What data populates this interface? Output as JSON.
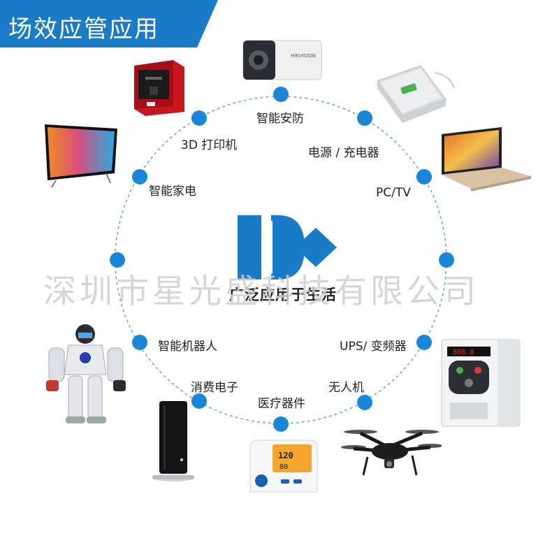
{
  "header": {
    "title": "场效应管应用"
  },
  "center": {
    "tagline": "广泛应用于生活"
  },
  "watermark": {
    "text": "深圳市星光盛科技有限公司"
  },
  "applications": [
    {
      "id": "security",
      "label": "智能安防",
      "icon": "security-camera-icon"
    },
    {
      "id": "power",
      "label": "电源 / 充电器",
      "icon": "wireless-charger-icon"
    },
    {
      "id": "pctv",
      "label": "PC/TV",
      "icon": "laptop-icon"
    },
    {
      "id": "ups",
      "label": "UPS/ 变频器",
      "icon": "inverter-icon"
    },
    {
      "id": "drone",
      "label": "无人机",
      "icon": "drone-icon"
    },
    {
      "id": "medical",
      "label": "医疗器件",
      "icon": "blood-pressure-monitor-icon"
    },
    {
      "id": "consumer",
      "label": "消费电子",
      "icon": "speaker-icon"
    },
    {
      "id": "robot",
      "label": "智能机器人",
      "icon": "robot-icon"
    },
    {
      "id": "appliance",
      "label": "智能家电",
      "icon": "tv-icon"
    },
    {
      "id": "printer",
      "label": "3D 打印机",
      "icon": "3d-printer-icon"
    }
  ],
  "colors": {
    "accent": "#1a7bc8",
    "dot": "#1a86d9",
    "ring": "#6fa9d8"
  }
}
